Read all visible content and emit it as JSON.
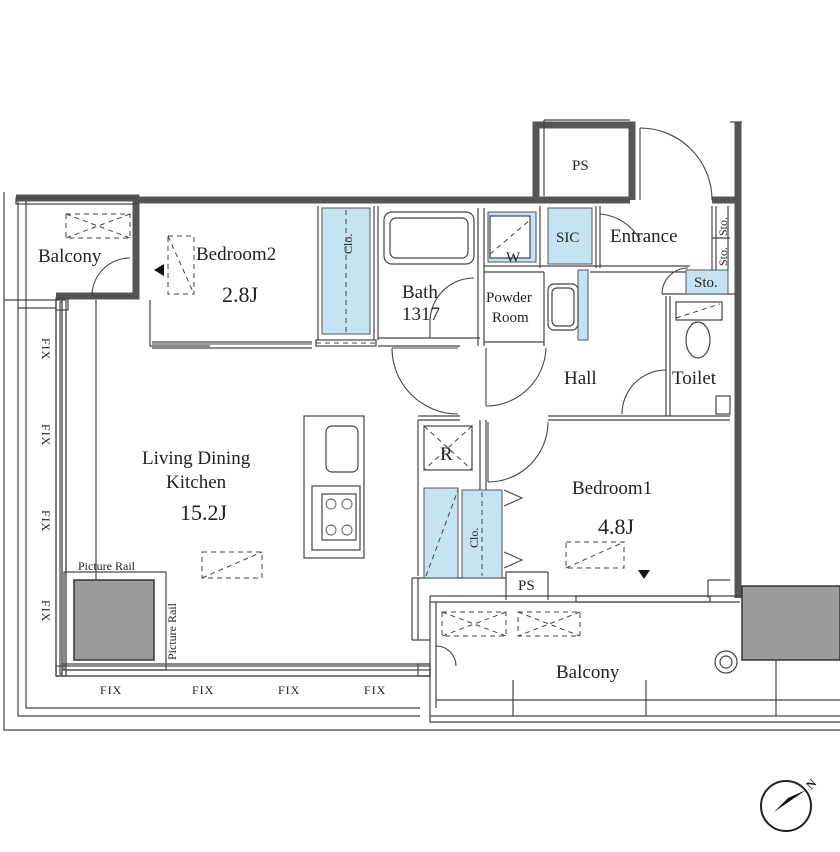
{
  "rooms": {
    "balcony_left": "Balcony",
    "bedroom2": "Bedroom2",
    "bedroom2_size": "2.8J",
    "closet_a": "Clo.",
    "bath": "Bath",
    "bath_size": "1317",
    "powder_room_line1": "Powder",
    "powder_room_line2": "Room",
    "wardrobe": "W",
    "sic": "SIC",
    "entrance": "Entrance",
    "storage_small_1": "Sto.",
    "storage_small_2": "Sto.",
    "storage_wide": "Sto.",
    "ps_top": "PS",
    "hall": "Hall",
    "toilet": "Toilet",
    "ldk_line1": "Living Dining",
    "ldk_line2": "Kitchen",
    "ldk_size": "15.2J",
    "refrigerator": "R",
    "closet_b": "Clo.",
    "ps_bottom": "PS",
    "bedroom1": "Bedroom1",
    "bedroom1_size": "4.8J",
    "balcony_bottom": "Balcony",
    "picture_rail_h": "Picture Rail",
    "picture_rail_v": "Picture Rail"
  },
  "windows": {
    "fix_left_1": "FIX",
    "fix_left_2": "FIX",
    "fix_left_3": "FIX",
    "fix_left_4": "FIX",
    "fix_bottom_1": "FIX",
    "fix_bottom_2": "FIX",
    "fix_bottom_3": "FIX",
    "fix_bottom_4": "FIX"
  },
  "compass": {
    "north_label": "N"
  },
  "colors": {
    "closet_fill": "#c5e3f2",
    "column_fill": "#9c9c9c"
  }
}
